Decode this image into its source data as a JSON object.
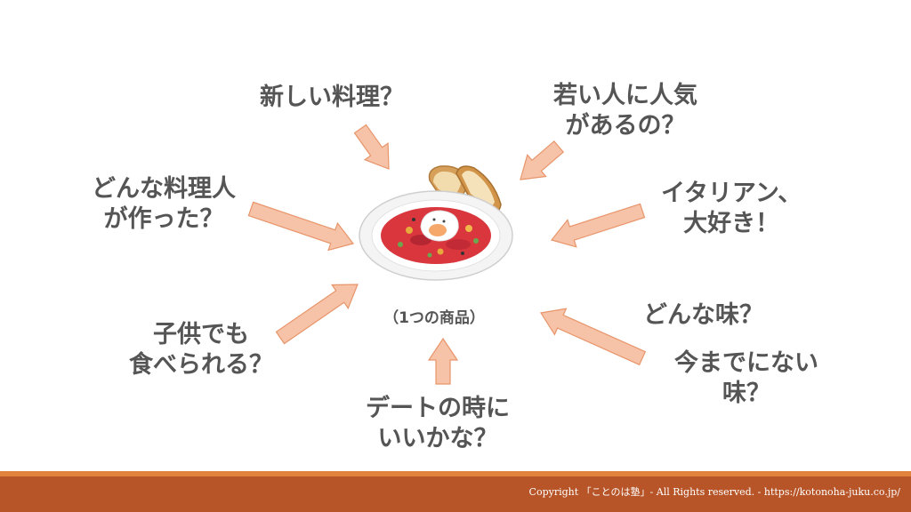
{
  "labels": {
    "new_dish": [
      "新しい料理？"
    ],
    "popular": [
      "若い人に人気",
      "があるの？"
    ],
    "chef": [
      "どんな料理人",
      "が作った？"
    ],
    "italian": [
      "イタリアン、",
      "大好き！"
    ],
    "children": [
      "子供でも",
      "食べられる？"
    ],
    "taste": [
      "どんな味？"
    ],
    "unique_taste": [
      "今までにない",
      "味？"
    ],
    "date": [
      "デートの時に",
      "いいかな？"
    ]
  },
  "center": {
    "caption": "（1つの商品）"
  },
  "footer": {
    "copyright": "Copyright 「ことのは塾」- All Rights reserved. - https://kotonoha-juku.co.jp/"
  },
  "colors": {
    "arrow_fill": "#f7c3a8",
    "arrow_stroke": "#e8956a",
    "text": "#555555",
    "footer_band": "#b75528",
    "footer_stripe": "#e1833c"
  }
}
